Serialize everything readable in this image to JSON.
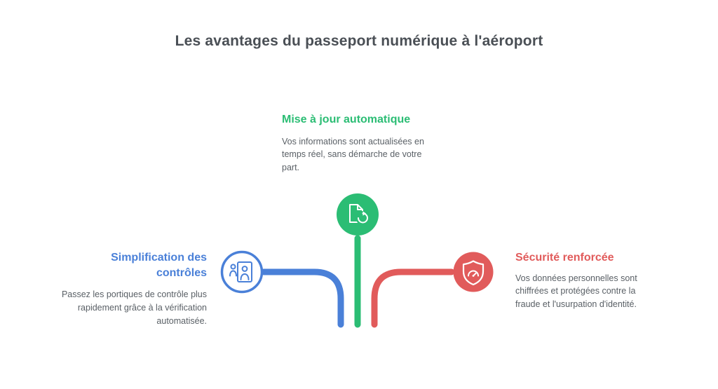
{
  "title": "Les avantages du passeport numérique à l'aéroport",
  "branches": {
    "top": {
      "label": "Mise à jour automatique",
      "body": "Vos informations sont actualisées en temps réel, sans démarche de votre part.",
      "icon": "document-sync-icon",
      "color": "#2bbd74"
    },
    "left": {
      "label": "Simplification des contrôles",
      "body": "Passez les portiques de contrôle plus rapidement grâce à la vérification automatisée.",
      "icon": "security-gate-icon",
      "color": "#4a80d8"
    },
    "right": {
      "label": "Sécurité renforcée",
      "body": "Vos données personnelles sont chiffrées et protégées contre la fraude et l'usurpation d'identité.",
      "icon": "shield-gauge-icon",
      "color": "#e15b5b"
    }
  },
  "colors": {
    "title_text": "#4a4f55",
    "body_text": "#5a6066",
    "background": "#ffffff",
    "green": "#2bbd74",
    "blue": "#4a80d8",
    "red": "#e15b5b"
  }
}
